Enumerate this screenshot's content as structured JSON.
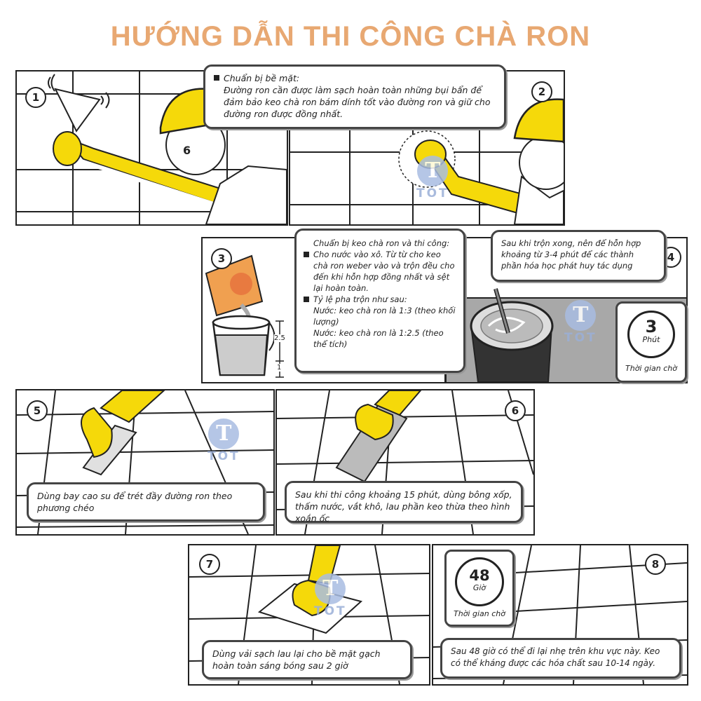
{
  "title": "HƯỚNG DẪN THI CÔNG CHÀ RON",
  "colors": {
    "title": "#e8a872",
    "helmet": "#f5d90a",
    "glove": "#f5d90a",
    "logo": "#a9bde2"
  },
  "logo": {
    "letter": "T",
    "word": "TOT"
  },
  "steps": [
    {
      "number": "1"
    },
    {
      "number": "2"
    },
    {
      "number": "3"
    },
    {
      "number": "4"
    },
    {
      "number": "5"
    },
    {
      "number": "6"
    },
    {
      "number": "7"
    },
    {
      "number": "8"
    }
  ],
  "bubbles": {
    "b12": {
      "heading": "Chuẩn bị bề mặt:",
      "body": "Đường ron cần được làm sạch hoàn toàn những bụi bẩn để đảm bảo keo chà ron bám dính tốt vào đường ron và giữ cho đường ron được đồng nhất."
    },
    "b3": {
      "heading": "Chuẩn bị keo chà ron và thi công:",
      "p1": "Cho nước vào xô. Từ từ cho keo chà ron weber vào và trộn đều cho đến khi hỗn hợp đồng nhất và sệt lại hoàn toàn.",
      "p2": "Tỷ lệ pha trộn như sau:",
      "p3": "Nước: keo chà ron là 1:3 (theo khối lượng)",
      "p4": "Nước: keo chà ron là 1:2.5 (theo thể tích)"
    },
    "b4": "Sau khi trộn xong, nên để hỗn hợp khoảng từ 3-4 phút để các thành phần hóa học phát huy tác dụng",
    "b5": "Dùng bay cao su để trét đầy đường ron theo phương chéo",
    "b6": "Sau khi thi công khoảng 15 phút, dùng bông xốp, thấm nước, vắt khô, lau phần keo thừa theo hình xoắn ốc",
    "b7": "Dùng vải sạch lau lại cho bề mặt gạch hoàn toàn sáng bóng sau 2 giờ",
    "b8": "Sau 48 giờ có thể đi lại nhẹ trên khu vực này. Keo có thể kháng được các hóa chất sau 10-14 ngày."
  },
  "bucket_marks": {
    "upper": "2.5",
    "lower": "1"
  },
  "timer4": {
    "value": "3",
    "unit": "Phút",
    "caption": "Thời gian chờ"
  },
  "timer8": {
    "value": "48",
    "unit": "Giờ",
    "caption": "Thời gian chờ"
  }
}
